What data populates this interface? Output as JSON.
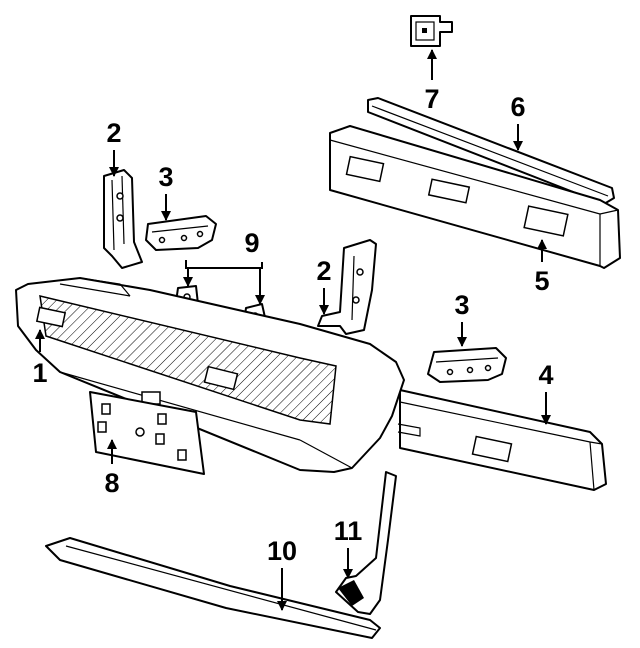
{
  "callouts": {
    "c1": "1",
    "c2a": "2",
    "c2b": "2",
    "c3a": "3",
    "c3b": "3",
    "c4": "4",
    "c5": "5",
    "c6": "6",
    "c7": "7",
    "c8": "8",
    "c9": "9",
    "c10": "10",
    "c11": "11"
  }
}
